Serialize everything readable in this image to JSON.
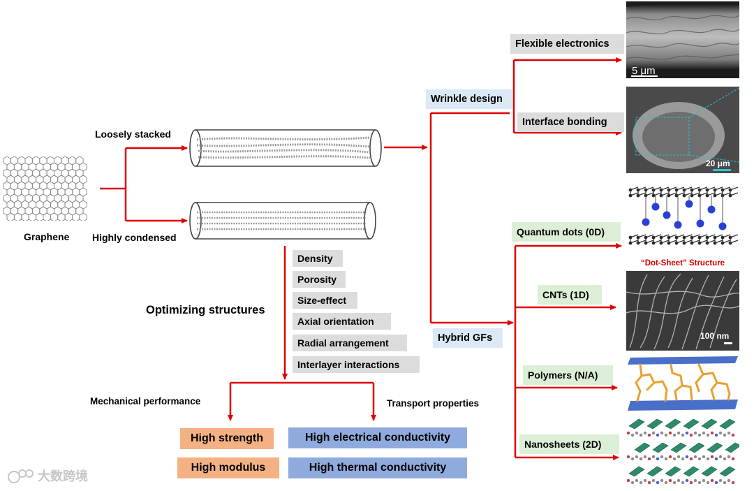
{
  "graphene_label": "Graphene",
  "loosely_label": "Loosely stacked",
  "condensed_label": "Highly condensed",
  "optimizing_label": "Optimizing structures",
  "structure_params": [
    "Density",
    "Porosity",
    "Size-effect",
    "Axial orientation",
    "Radial arrangement",
    "Interlayer interactions"
  ],
  "mechanical_label": "Mechanical performance",
  "transport_label": "Transport properties",
  "mech_boxes": [
    "High strength",
    "High modulus"
  ],
  "transport_boxes": [
    "High electrical conductivity",
    "High thermal conductivity"
  ],
  "wrinkle_label": "Wrinkle design",
  "flexible_label": "Flexible electronics",
  "interface_label": "Interface bonding",
  "hybrid_label": "Hybrid GFs",
  "hybrid_items": [
    "Quantum dots (0D)",
    "CNTs (1D)",
    "Polymers (N/A)",
    "Nanosheets (2D)"
  ],
  "scale_5um": "5 μm",
  "scale_20um": "20 μm",
  "scale_100nm": "100 nm",
  "dot_sheet_caption": "“Dot-Sheet” Structure",
  "watermark": "大数跨境",
  "colors": {
    "arrow": "#e00000",
    "gray_box": "#dcdcdc",
    "blue_box": "#dbe9f7",
    "green_box": "#dcefd6",
    "orange_box": "#f4b183",
    "blue_bar": "#8faadc"
  }
}
